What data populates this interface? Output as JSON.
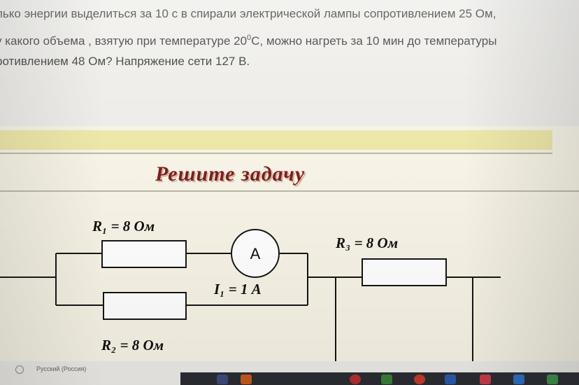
{
  "problem": {
    "line1": "лько энергии выделиться за 10 с в спирали электрической лампы сопротивлением 25 Ом,",
    "line2_before_sup": "у какого объема , взятую при температуре 20",
    "line2_sup": "0",
    "line2_after_sup": "С, можно нагреть за 10 мин до температуры",
    "line3": "ротивлением 48 Ом? Напряжение сети 127 В."
  },
  "slide": {
    "title": "Решите задачу",
    "r1_label": "R₁ = 8 Ом",
    "r2_label": "R₂ = 8 Ом",
    "r3_label": "R₃ = 8 Ом",
    "ammeter_label": "A",
    "current_label": "I₁ = 1 А"
  },
  "taskbar": {
    "language": "Русский (Россия)"
  },
  "colors": {
    "title": "#7f1e1f",
    "band": "#ece7a6",
    "slide_bg": "#f7f3e6"
  }
}
